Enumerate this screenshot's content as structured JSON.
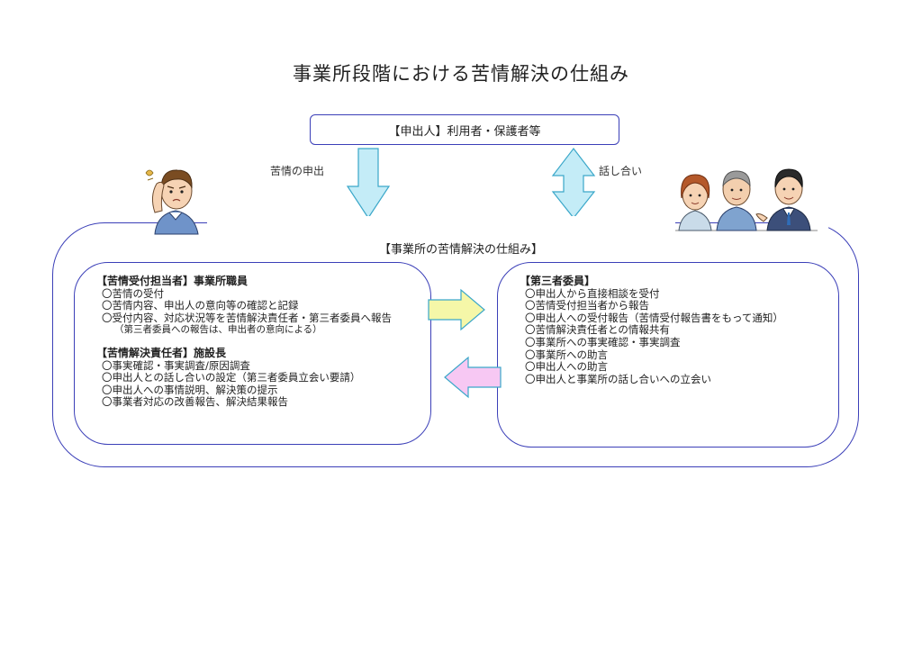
{
  "title": "事業所段階における苦情解決の仕組み",
  "applicant": {
    "label": "【申出人】利用者・保護者等"
  },
  "arrows": {
    "complaint_label": "苦情の申出",
    "discussion_label": "話し合い"
  },
  "office": {
    "title": "【事業所の苦情解決の仕組み】"
  },
  "left_panel": {
    "section1": {
      "heading": "【苦情受付担当者】事業所職員",
      "items": [
        "〇苦情の受付",
        "〇苦情内容、申出人の意向等の確認と記録",
        "〇受付内容、対応状況等を苦情解決責任者・第三者委員へ報告"
      ],
      "note": "（第三者委員への報告は、申出者の意向による）"
    },
    "section2": {
      "heading": "【苦情解決責任者】施設長",
      "items": [
        "〇事実確認・事実調査/原因調査",
        "〇申出人との話し合いの設定（第三者委員立会い要請）",
        "〇申出人への事情説明、解決策の提示",
        "〇事業者対応の改善報告、解決結果報告"
      ]
    }
  },
  "right_panel": {
    "heading": "【第三者委員】",
    "items": [
      "〇申出人から直接相談を受付",
      "〇苦情受付担当者から報告",
      "〇申出人への受付報告（苦情受付報告書をもって通知）",
      "〇苦情解決責任者との情報共有",
      "〇事業所への事実確認・事実調査",
      "〇事業所への助言",
      "〇申出人への助言",
      "〇申出人と事業所の話し合いへの立会い"
    ]
  },
  "colors": {
    "border": "#3b3fb8",
    "down_arrow_fill": "#c4ecf7",
    "arrow_stroke": "#3aa7c9",
    "right_arrow_fill": "#f5f7a8",
    "left_arrow_fill": "#f7c8f3"
  },
  "icons": {
    "worried_person": "worried-person-icon",
    "family_group": "family-group-icon"
  }
}
